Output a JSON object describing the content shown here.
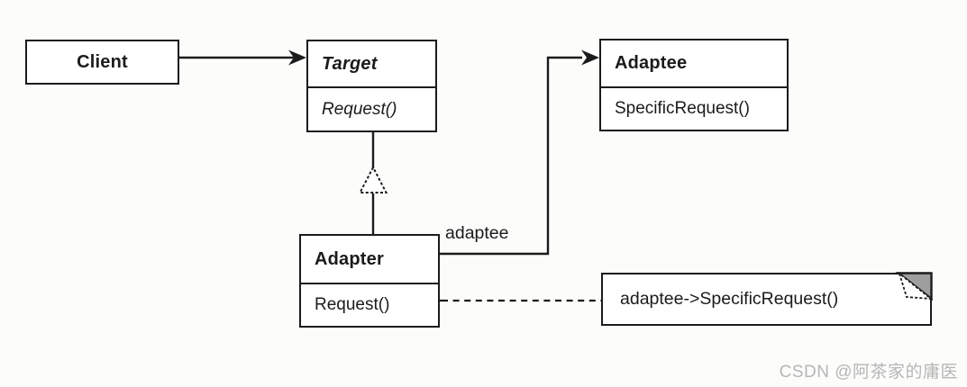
{
  "diagram_type": "uml-class-diagram",
  "pattern": "Adapter (object adapter)",
  "classes": {
    "client": {
      "name": "Client"
    },
    "target": {
      "name": "Target",
      "operation": "Request()",
      "abstract": true
    },
    "adaptee": {
      "name": "Adaptee",
      "operation": "SpecificRequest()"
    },
    "adapter": {
      "name": "Adapter",
      "operation": "Request()"
    }
  },
  "relationships": {
    "client_to_target": {
      "type": "association",
      "from": "Client",
      "to": "Target"
    },
    "adapter_to_target": {
      "type": "generalization",
      "from": "Adapter",
      "to": "Target"
    },
    "adapter_to_adaptee": {
      "type": "association",
      "from": "Adapter",
      "to": "Adaptee",
      "label": "adaptee"
    }
  },
  "note": {
    "text": "adaptee->SpecificRequest()",
    "attached_to": "Adapter.Request()"
  },
  "watermark": {
    "text": "CSDN @阿茶家的庸医"
  },
  "colors": {
    "line": "#1b1b1b",
    "box_fill": "#ffffff",
    "background": "#fcfcfb",
    "note_fold_gray": "#9e9e9e",
    "watermark_gray": "#b6b6b6"
  }
}
